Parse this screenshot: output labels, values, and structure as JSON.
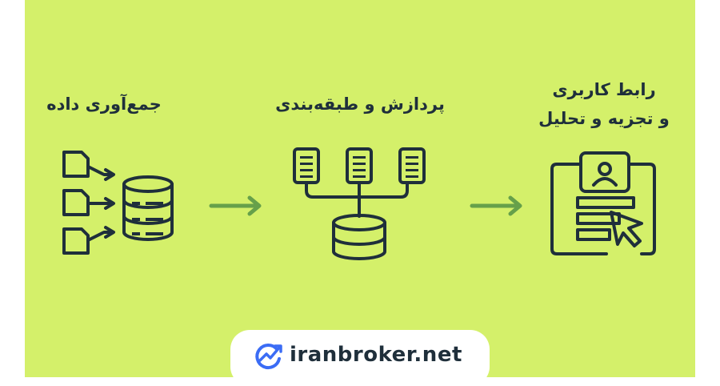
{
  "colors": {
    "background": "#d4f06a",
    "ink": "#1f2f3b",
    "arrow": "#66a04a",
    "brand_blue": "#3b6cf5"
  },
  "steps": [
    {
      "title": "جمع‌آوری داده",
      "icon": "data-collection-icon"
    },
    {
      "title": "پردازش و طبقه‌بندی",
      "icon": "data-processing-icon"
    },
    {
      "title_line1": "رابط کاربری",
      "title_line2": "و تجزیه و تحلیل",
      "icon": "user-interface-icon"
    }
  ],
  "brand": {
    "text": "iranbroker.net",
    "icon": "trend-chart-logo-icon"
  }
}
